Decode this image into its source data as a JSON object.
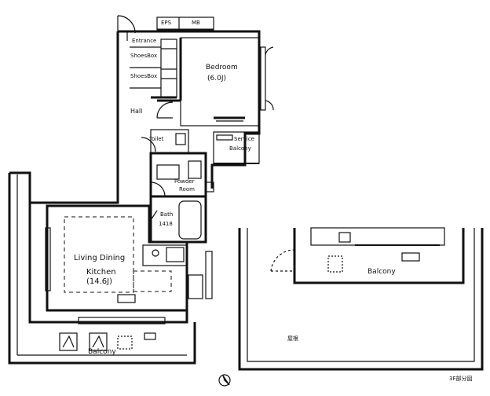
{
  "labels": {
    "eps": "EPS",
    "mb": "MB",
    "entrance": "Entrance",
    "shoes_box_1": "ShoesBox",
    "shoes_box_2": "ShoesBox",
    "bedroom": "Bedroom",
    "bedroom_area": "(6.0J)",
    "hall": "Hall",
    "toilet": "Toilet",
    "service_balcony_1": "Service",
    "service_balcony_2": "Balcony",
    "powder_room_1": "Powder",
    "powder_room_2": "Room",
    "bath": "Bath",
    "bath_size": "1418",
    "ldk_1": "Living Dining",
    "ldk_2": "Kitchen",
    "ldk_area": "(14.6J)",
    "balcony_bottom": "Balcony",
    "balcony_right": "Balcony",
    "roof": "屋根",
    "floor_note": "3F部分図"
  },
  "colors": {
    "ink": "#111111",
    "paper": "#ffffff"
  },
  "icons": [
    "north-arrow-icon",
    "door-swing-icon",
    "air-conditioner-icon"
  ]
}
